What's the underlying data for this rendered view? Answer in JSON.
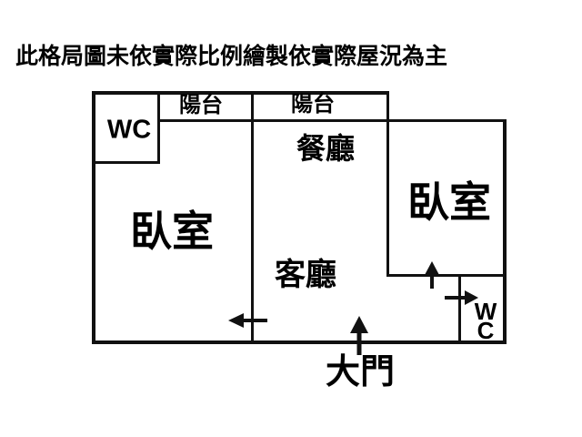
{
  "title": "此格局圖未依實際比例繪製依實際屋況為主",
  "rooms": {
    "wc_top": "WC",
    "balcony_left": "陽台",
    "balcony_right": "陽台",
    "dining": "餐廳",
    "bedroom_left": "臥室",
    "bedroom_right": "臥室",
    "living": "客廳",
    "wc_bottom_line1": "W",
    "wc_bottom_line2": "C",
    "main_door": "大門"
  },
  "icons": {
    "bedroom_left_door_arrow": "←",
    "bedroom_right_door_arrow": "↑",
    "wc_door_arrow": "→",
    "main_door_arrow": "↑"
  },
  "colors": {
    "wall": "#111111",
    "text": "#000000",
    "background": "#ffffff"
  }
}
